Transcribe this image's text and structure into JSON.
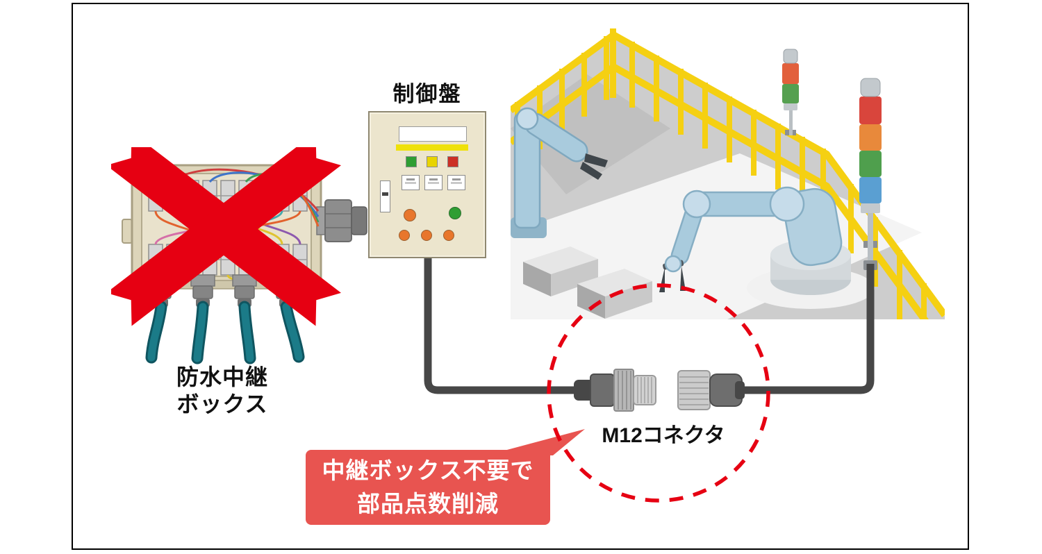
{
  "diagram": {
    "control_panel": {
      "label": "制御盤"
    },
    "junction_box": {
      "label_line1": "防水中継",
      "label_line2": "ボックス"
    },
    "connector": {
      "label": "M12コネクタ"
    },
    "callout": {
      "line1": "中継ボックス不要で",
      "line2": "部品点数削減"
    },
    "colors": {
      "highlight_red": "#e60012",
      "callout_red": "#e85450",
      "cable_gray": "#474747",
      "cable_teal": "#19727f",
      "fence_yellow": "#f5d012",
      "panel_beige": "#ece5cd",
      "box_beige": "#ddd5ba",
      "robot_blue": "#aecde0"
    }
  }
}
